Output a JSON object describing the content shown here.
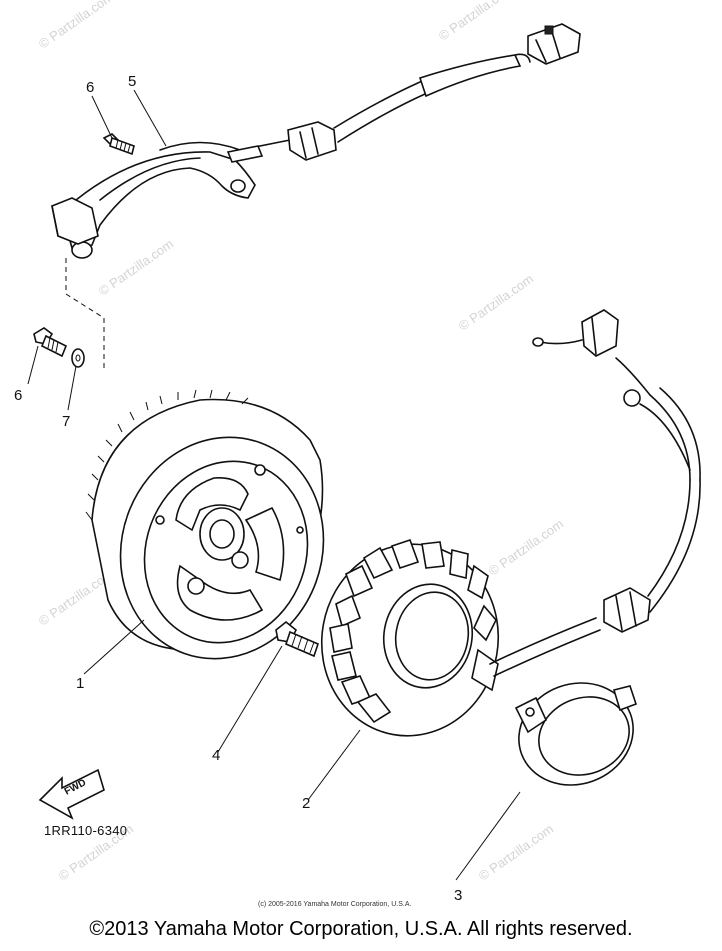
{
  "watermark": "© Partzilla.com",
  "parts": {
    "p1": "1",
    "p2": "2",
    "p3": "3",
    "p4": "4",
    "p5": "5",
    "p6a": "6",
    "p6b": "6",
    "p7": "7"
  },
  "fwd_label": "FWD",
  "diagram_code": "1RR110-6340",
  "small_copyright": "(c) 2005-2016 Yamaha Motor Corporation, U.S.A.",
  "footer_copyright": "©2013 Yamaha Motor Corporation, U.S.A. All rights reserved."
}
